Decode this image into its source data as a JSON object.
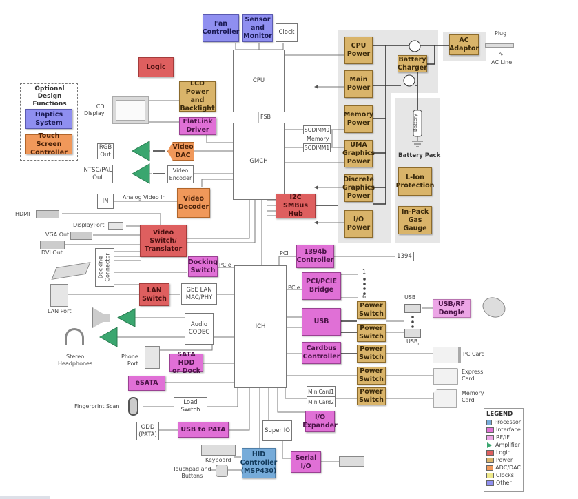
{
  "diagram": {
    "top": {
      "fan_controller": "Fan\nController",
      "sensor_monitor": "Sensor\nand\nMonitor",
      "clock": "Clock",
      "logic": "Logic"
    },
    "core": {
      "cpu": "CPU",
      "fsb": "FSB",
      "gmch": "GMCH",
      "ich": "ICH",
      "super_io": "Super IO"
    },
    "optional": {
      "title": "Optional\nDesign\nFunctions",
      "haptics": "Haptics\nSystem",
      "touch_screen": "Touch Screen\nController"
    },
    "display": {
      "lcd_display": "LCD\nDisplay",
      "lcd_power": "LCD Power\nand\nBacklight",
      "flatlink": "FlatLink\nDriver",
      "rgb_out": "RGB\nOut",
      "video_dac": "Video\nDAC",
      "ntsc_out": "NTSC/PAL\nOut",
      "video_encoder": "Video\nEncoder",
      "in": "IN",
      "analog_video_in": "Analog Video In",
      "video_decoder": "Video\nDecoder",
      "hdmi": "HDMI",
      "displayport": "DisplayPort",
      "vga_out": "VGA Out",
      "dvi_out": "DVI Out",
      "video_switch": "Video Switch/\nTranslator"
    },
    "memory": {
      "sodimm0": "SODIMM0",
      "memory": "Memory",
      "sodimm1": "SODIMM1"
    },
    "i2c_hub": "I2C SMBus\nHub",
    "power": {
      "cpu_power": "CPU\nPower",
      "main_power": "Main\nPower",
      "memory_power": "Memory\nPower",
      "uma_power": "UMA\nGraphics\nPower",
      "discrete_power": "Discrete\nGraphics\nPower",
      "io_power": "I/O\nPower",
      "battery_charger": "Battery\nCharger",
      "ac_adaptor": "AC\nAdaptor",
      "plug": "Plug",
      "ac_symbol": "∿",
      "ac_line": "AC Line",
      "battery": "Battery",
      "battery_pack": "Battery Pack",
      "lion": "L-Ion\nProtection",
      "gas_gauge": "In-Pack\nGas\nGauge"
    },
    "io": {
      "pci": "PCI",
      "controller_1394": "1394b\nController",
      "port_1394": "1394",
      "pcie_1": "PCIe",
      "pcie_2": "PCIe",
      "bridge": "PCI/PCIE\nBridge",
      "slot_1": "1",
      "slot_6": "6",
      "usb": "USB",
      "power_switch": "Power\nSwitch",
      "usb1": "USB",
      "usb1_sub": "1",
      "usbn": "USB",
      "usbn_sub": "n",
      "usb_rf_dongle": "USB/RF\nDongle",
      "cardbus": "Cardbus\nController",
      "pc_card": "PC Card",
      "express_card": "Express\nCard",
      "memory_card": "Memory\nCard",
      "minicard1": "MiniCard1",
      "minicard2": "MiniCard2",
      "io_expander": "I/O\nExpander",
      "serial_io": "Serial\nI/O",
      "docking_connector": "Docking\nConnector",
      "docking_switch": "Docking\nSwitch",
      "lan_port": "LAN Port",
      "lan_switch": "LAN\nSwitch",
      "gbe": "GbE LAN\nMAC/PHY",
      "audio_codec": "Audio\nCODEC",
      "stereo_headphones": "Stereo\nHeadphones",
      "phone_port": "Phone\nPort",
      "sata_hdd": "SATA HDD\nor Dock",
      "esata": "eSATA",
      "fingerprint": "Fingerprint Scan",
      "load_switch": "Load\nSwitch",
      "odd": "ODD\n(PATA)",
      "usb_pata": "USB to PATA",
      "keyboard": "Keyboard",
      "touchpad": "Touchpad and\nButtons",
      "hid": "HID\nController\n(MSP430)"
    },
    "legend": {
      "title": "LEGEND",
      "items": [
        {
          "label": "Processor",
          "color": "#76abd9"
        },
        {
          "label": "Interface",
          "color": "#e070d6"
        },
        {
          "label": "RF/IF",
          "color": "#eca5e6"
        },
        {
          "label": "Amplifier",
          "color": "#3aa66f"
        },
        {
          "label": "Logic",
          "color": "#de5f5f"
        },
        {
          "label": "Power",
          "color": "#d9b46a"
        },
        {
          "label": "ADC/DAC",
          "color": "#f0985a"
        },
        {
          "label": "Clocks",
          "color": "#efe98a"
        },
        {
          "label": "Other",
          "color": "#8f8ff0"
        }
      ]
    }
  }
}
